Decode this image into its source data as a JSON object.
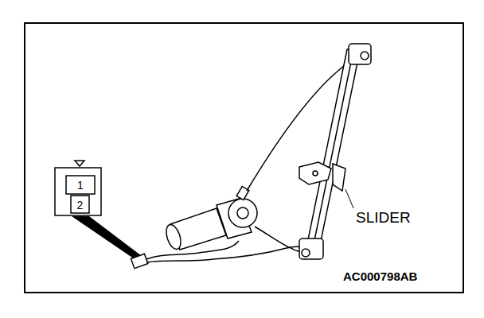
{
  "diagram": {
    "labels": [
      "1",
      "2",
      "SLIDER",
      "AC000798AB"
    ]
  }
}
